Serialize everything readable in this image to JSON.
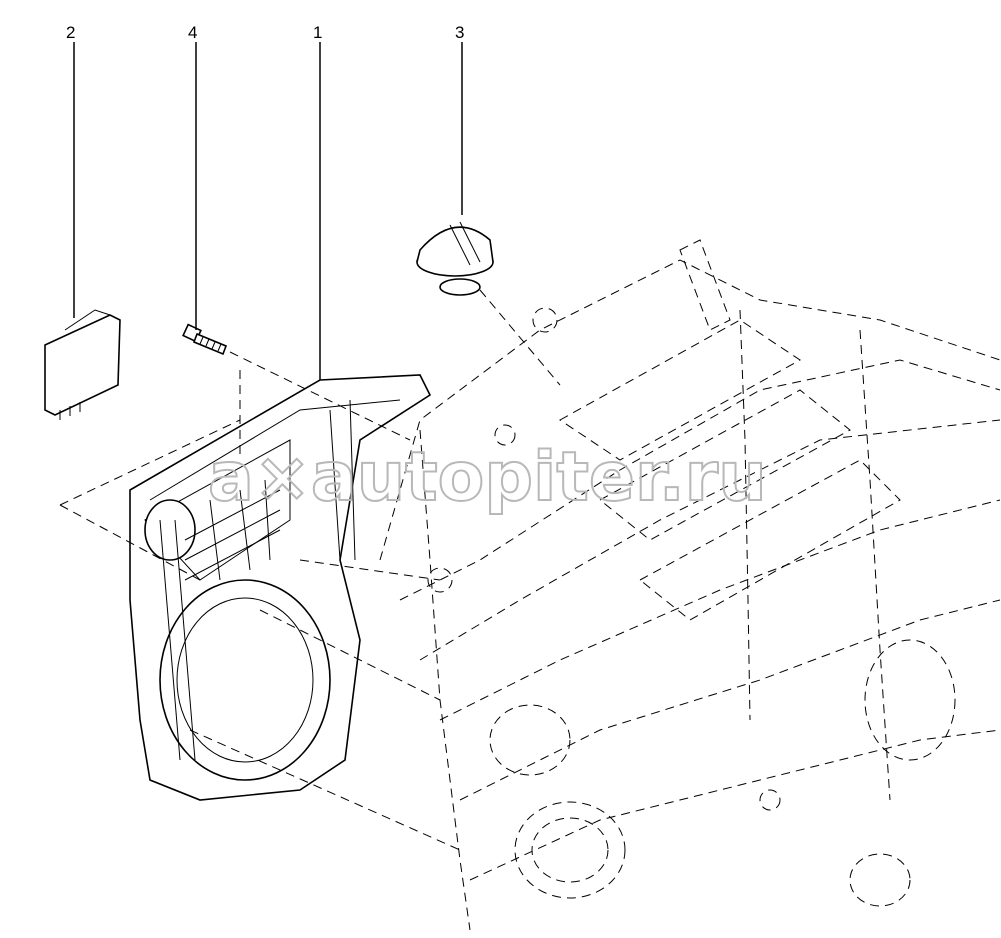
{
  "diagram": {
    "callouts": [
      {
        "id": "1",
        "label": "1"
      },
      {
        "id": "2",
        "label": "2"
      },
      {
        "id": "3",
        "label": "3"
      },
      {
        "id": "4",
        "label": "4"
      }
    ],
    "watermark": "a×autopiter.ru"
  }
}
